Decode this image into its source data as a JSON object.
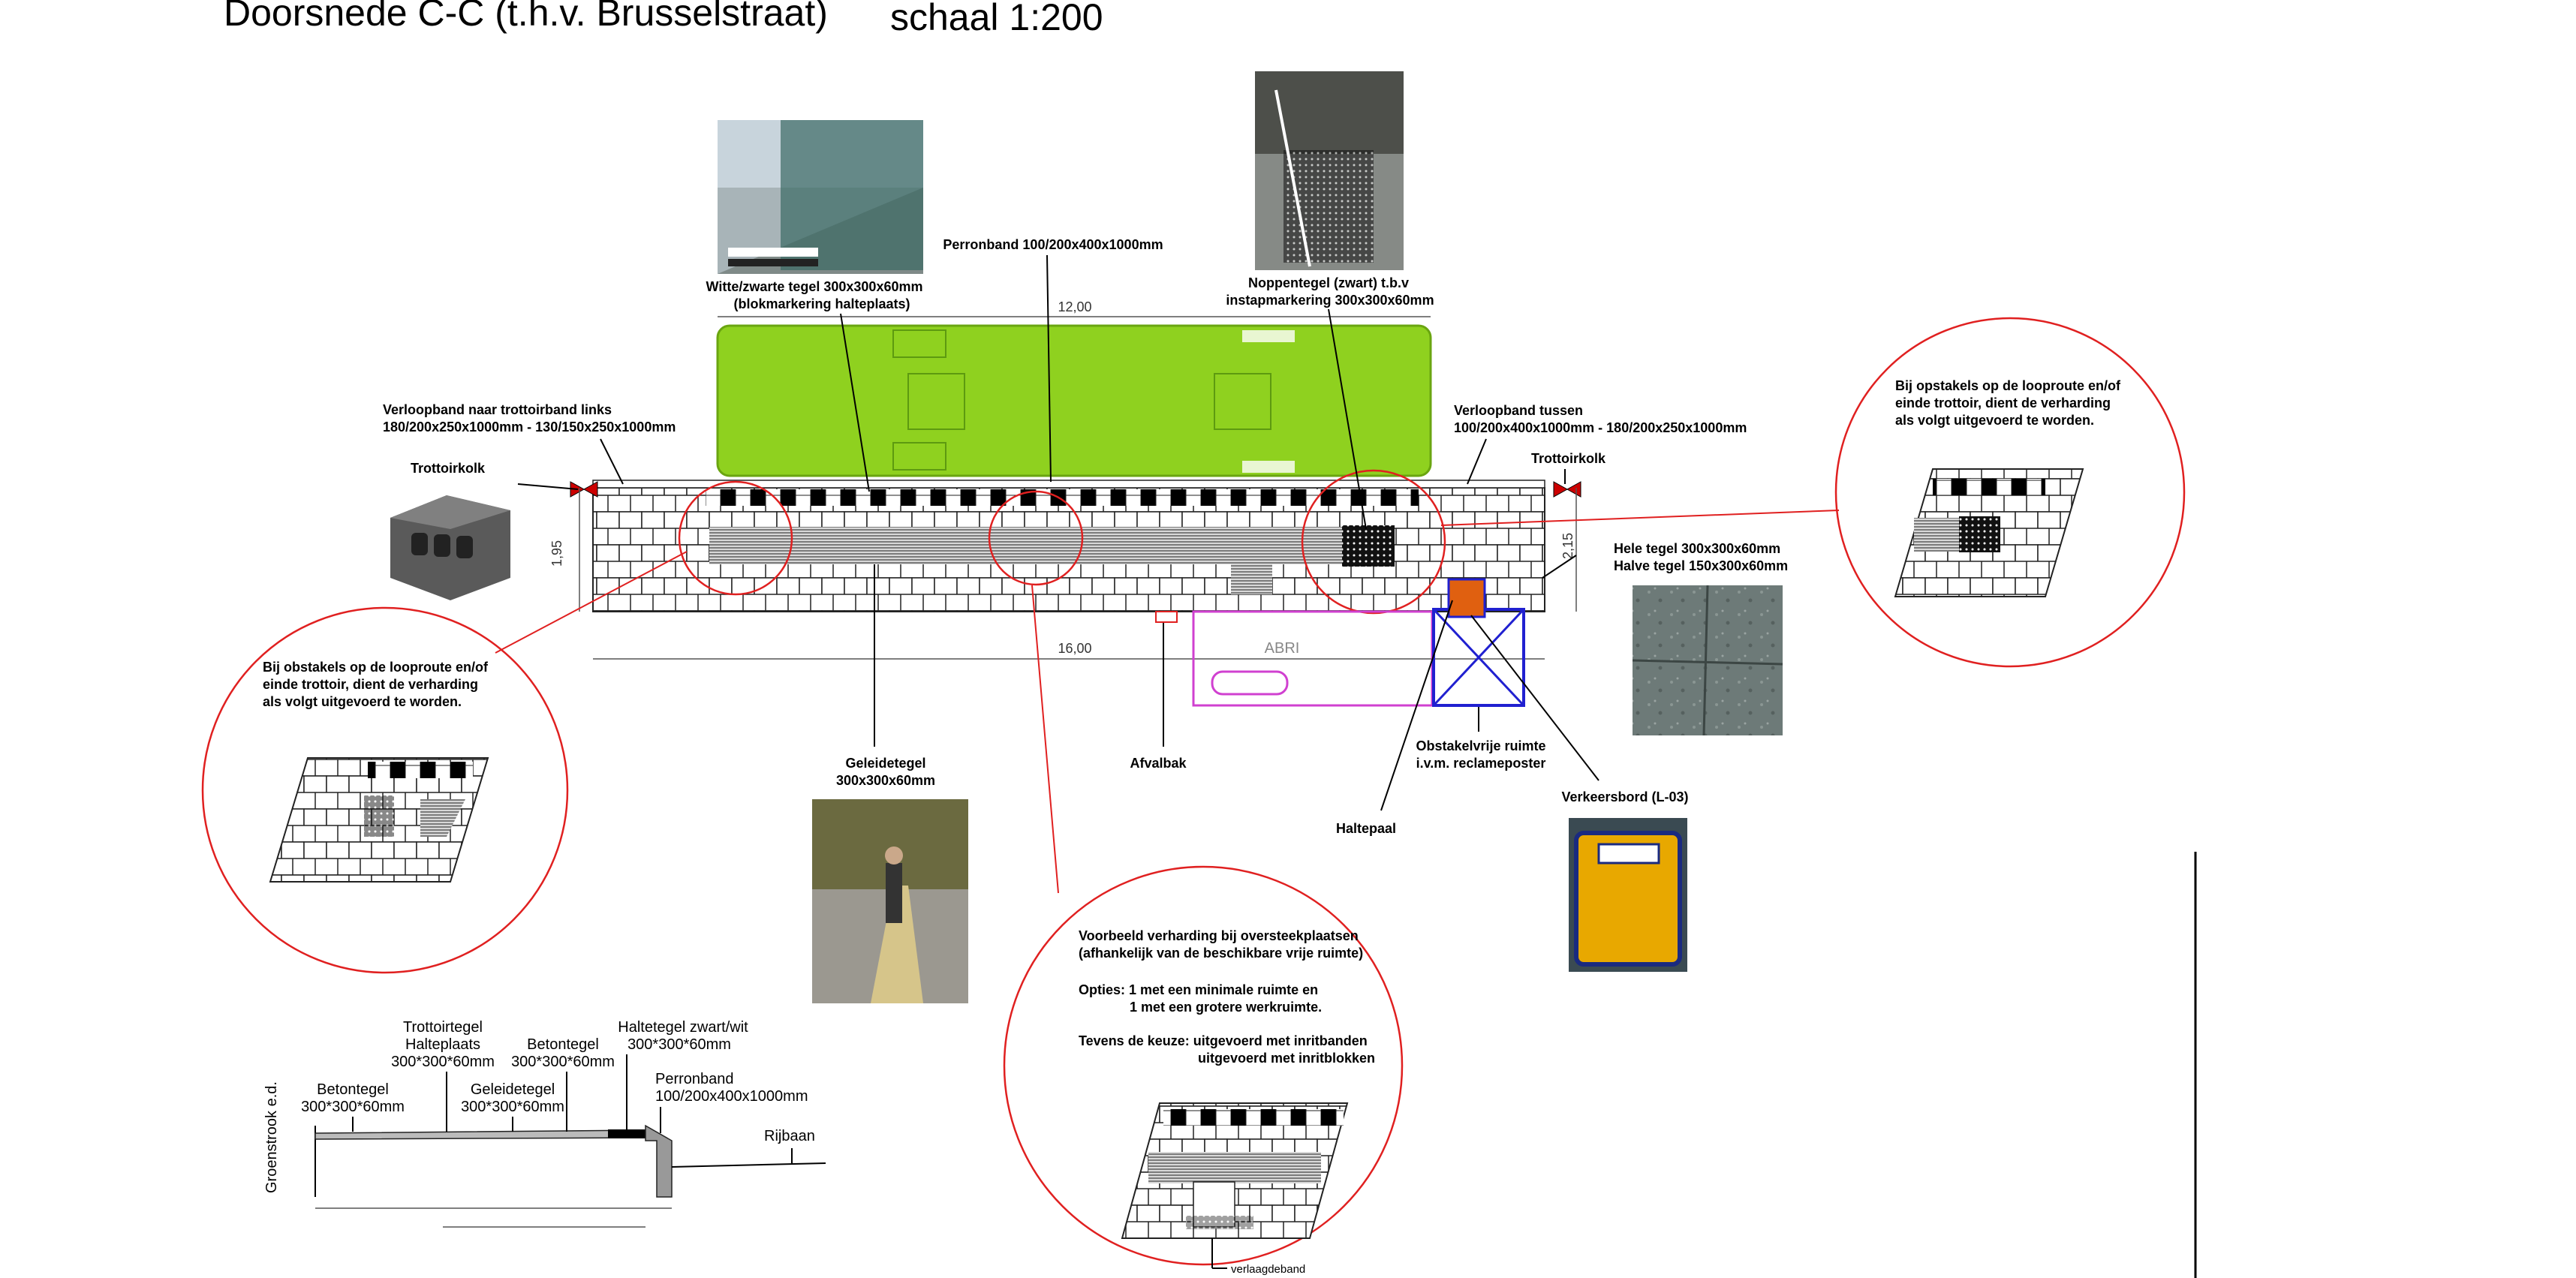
{
  "title": {
    "section": "Doorsnede C-C (t.h.v. Brusselstraat)",
    "scale": "schaal 1:200"
  },
  "labels": {
    "witte_zwarte_tegel_1": "Witte/zwarte tegel 300x300x60mm",
    "witte_zwarte_tegel_2": "(blokmarkering halteplaats)",
    "perronband": "Perronband 100/200x400x1000mm",
    "noppentegel_1": "Noppentegel (zwart) t.b.v",
    "noppentegel_2": "instapmarkering 300x300x60mm",
    "verloopband_links_1": "Verloopband naar trottoirband links",
    "verloopband_links_2": "180/200x250x1000mm - 130/150x250x1000mm",
    "trottoirkolk_left": "Trottoirkolk",
    "verloopband_tussen_1": "Verloopband tussen",
    "verloopband_tussen_2": "100/200x400x1000mm - 180/200x250x1000mm",
    "trottoirkolk_right": "Trottoirkolk",
    "hele_tegel": "Hele tegel 300x300x60mm",
    "halve_tegel": "Halve tegel 150x300x60mm",
    "abri": "ABRI",
    "geleidetegel_1": "Geleidetegel",
    "geleidetegel_2": "300x300x60mm",
    "afvalbak": "Afvalbak",
    "obstakelvrij_1": "Obstakelvrije ruimte",
    "obstakelvrij_2": "i.v.m. reclameposter",
    "haltepaal": "Haltepaal",
    "verkeersbord": "Verkeersbord (L-03)"
  },
  "dimensions": {
    "bus_length": "12,00",
    "platform_length": "16,00",
    "left_width": "1,95",
    "right_width": "2,15"
  },
  "callouts": {
    "left": [
      "Bij obstakels op de looproute en/of",
      "einde trottoir, dient de verharding",
      "als volgt uitgevoerd te worden."
    ],
    "right": [
      "Bij opstakels op de looproute en/of",
      "einde trottoir, dient de verharding",
      "als volgt uitgevoerd te worden."
    ],
    "bottom": {
      "lines": [
        "Voorbeeld verharding bij oversteekplaatsen",
        "(afhankelijk van de beschikbare vrije ruimte)"
      ],
      "options": [
        "Opties: 1 met een minimale ruimte en",
        "1 met een grotere werkruimte."
      ],
      "keuze": [
        "Tevens de keuze: uitgevoerd met inritbanden",
        "uitgevoerd met inritblokken"
      ],
      "verlaagdeband": "verlaagdeband"
    }
  },
  "cross_section": {
    "groenstrook": "Groenstrook e.d.",
    "betontegel_left_1": "Betontegel",
    "betontegel_left_2": "300*300*60mm",
    "trottoirtegel_1": "Trottoirtegel",
    "trottoirtegel_2": "Halteplaats",
    "trottoirtegel_3": "300*300*60mm",
    "geleidetegel_1": "Geleidetegel",
    "geleidetegel_2": "300*300*60mm",
    "betontegel_mid_1": "Betontegel",
    "betontegel_mid_2": "300*300*60mm",
    "haltetegel_1": "Haltetegel zwart/wit",
    "haltetegel_2": "300*300*60mm",
    "perronband_1": "Perronband",
    "perronband_2": "100/200x400x1000mm",
    "rijbaan": "Rijbaan"
  },
  "colors": {
    "bus": "#8fd11f",
    "callout": "#e02020",
    "abri": "#d040d0",
    "obstacle": "#2020d0",
    "haltepaal": "#e06010",
    "sign": "#e8a800"
  }
}
